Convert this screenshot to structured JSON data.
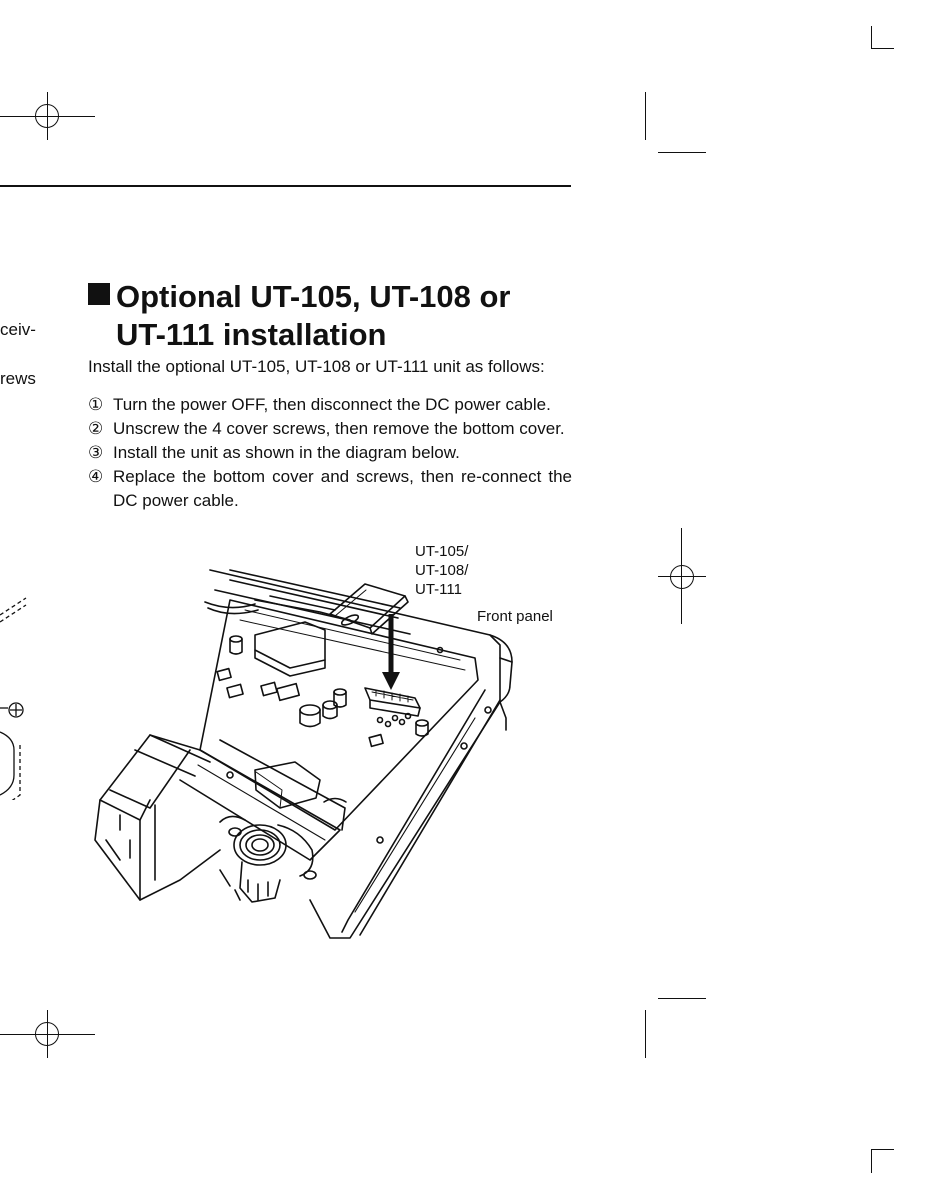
{
  "left_fragments": [
    "ceiv-",
    "rews"
  ],
  "section": {
    "title_line1": "Optional UT-105, UT-108 or",
    "title_line2": "UT-111 installation",
    "intro": "Install the optional UT-105, UT-108 or UT-111 unit as follows:"
  },
  "steps": [
    {
      "marker": "①",
      "text": "Turn the power OFF, then disconnect the DC power cable."
    },
    {
      "marker": "②",
      "text": "Unscrew the 4 cover screws, then remove the bottom cover."
    },
    {
      "marker": "③",
      "text": "Install the unit as shown in the diagram below."
    },
    {
      "marker": "④",
      "text": "Replace the bottom cover and screws, then re-connect the DC power cable."
    }
  ],
  "diagram": {
    "unit_label_lines": [
      "UT-105/",
      "UT-108/",
      "UT-111"
    ],
    "front_panel_label": "Front panel"
  }
}
